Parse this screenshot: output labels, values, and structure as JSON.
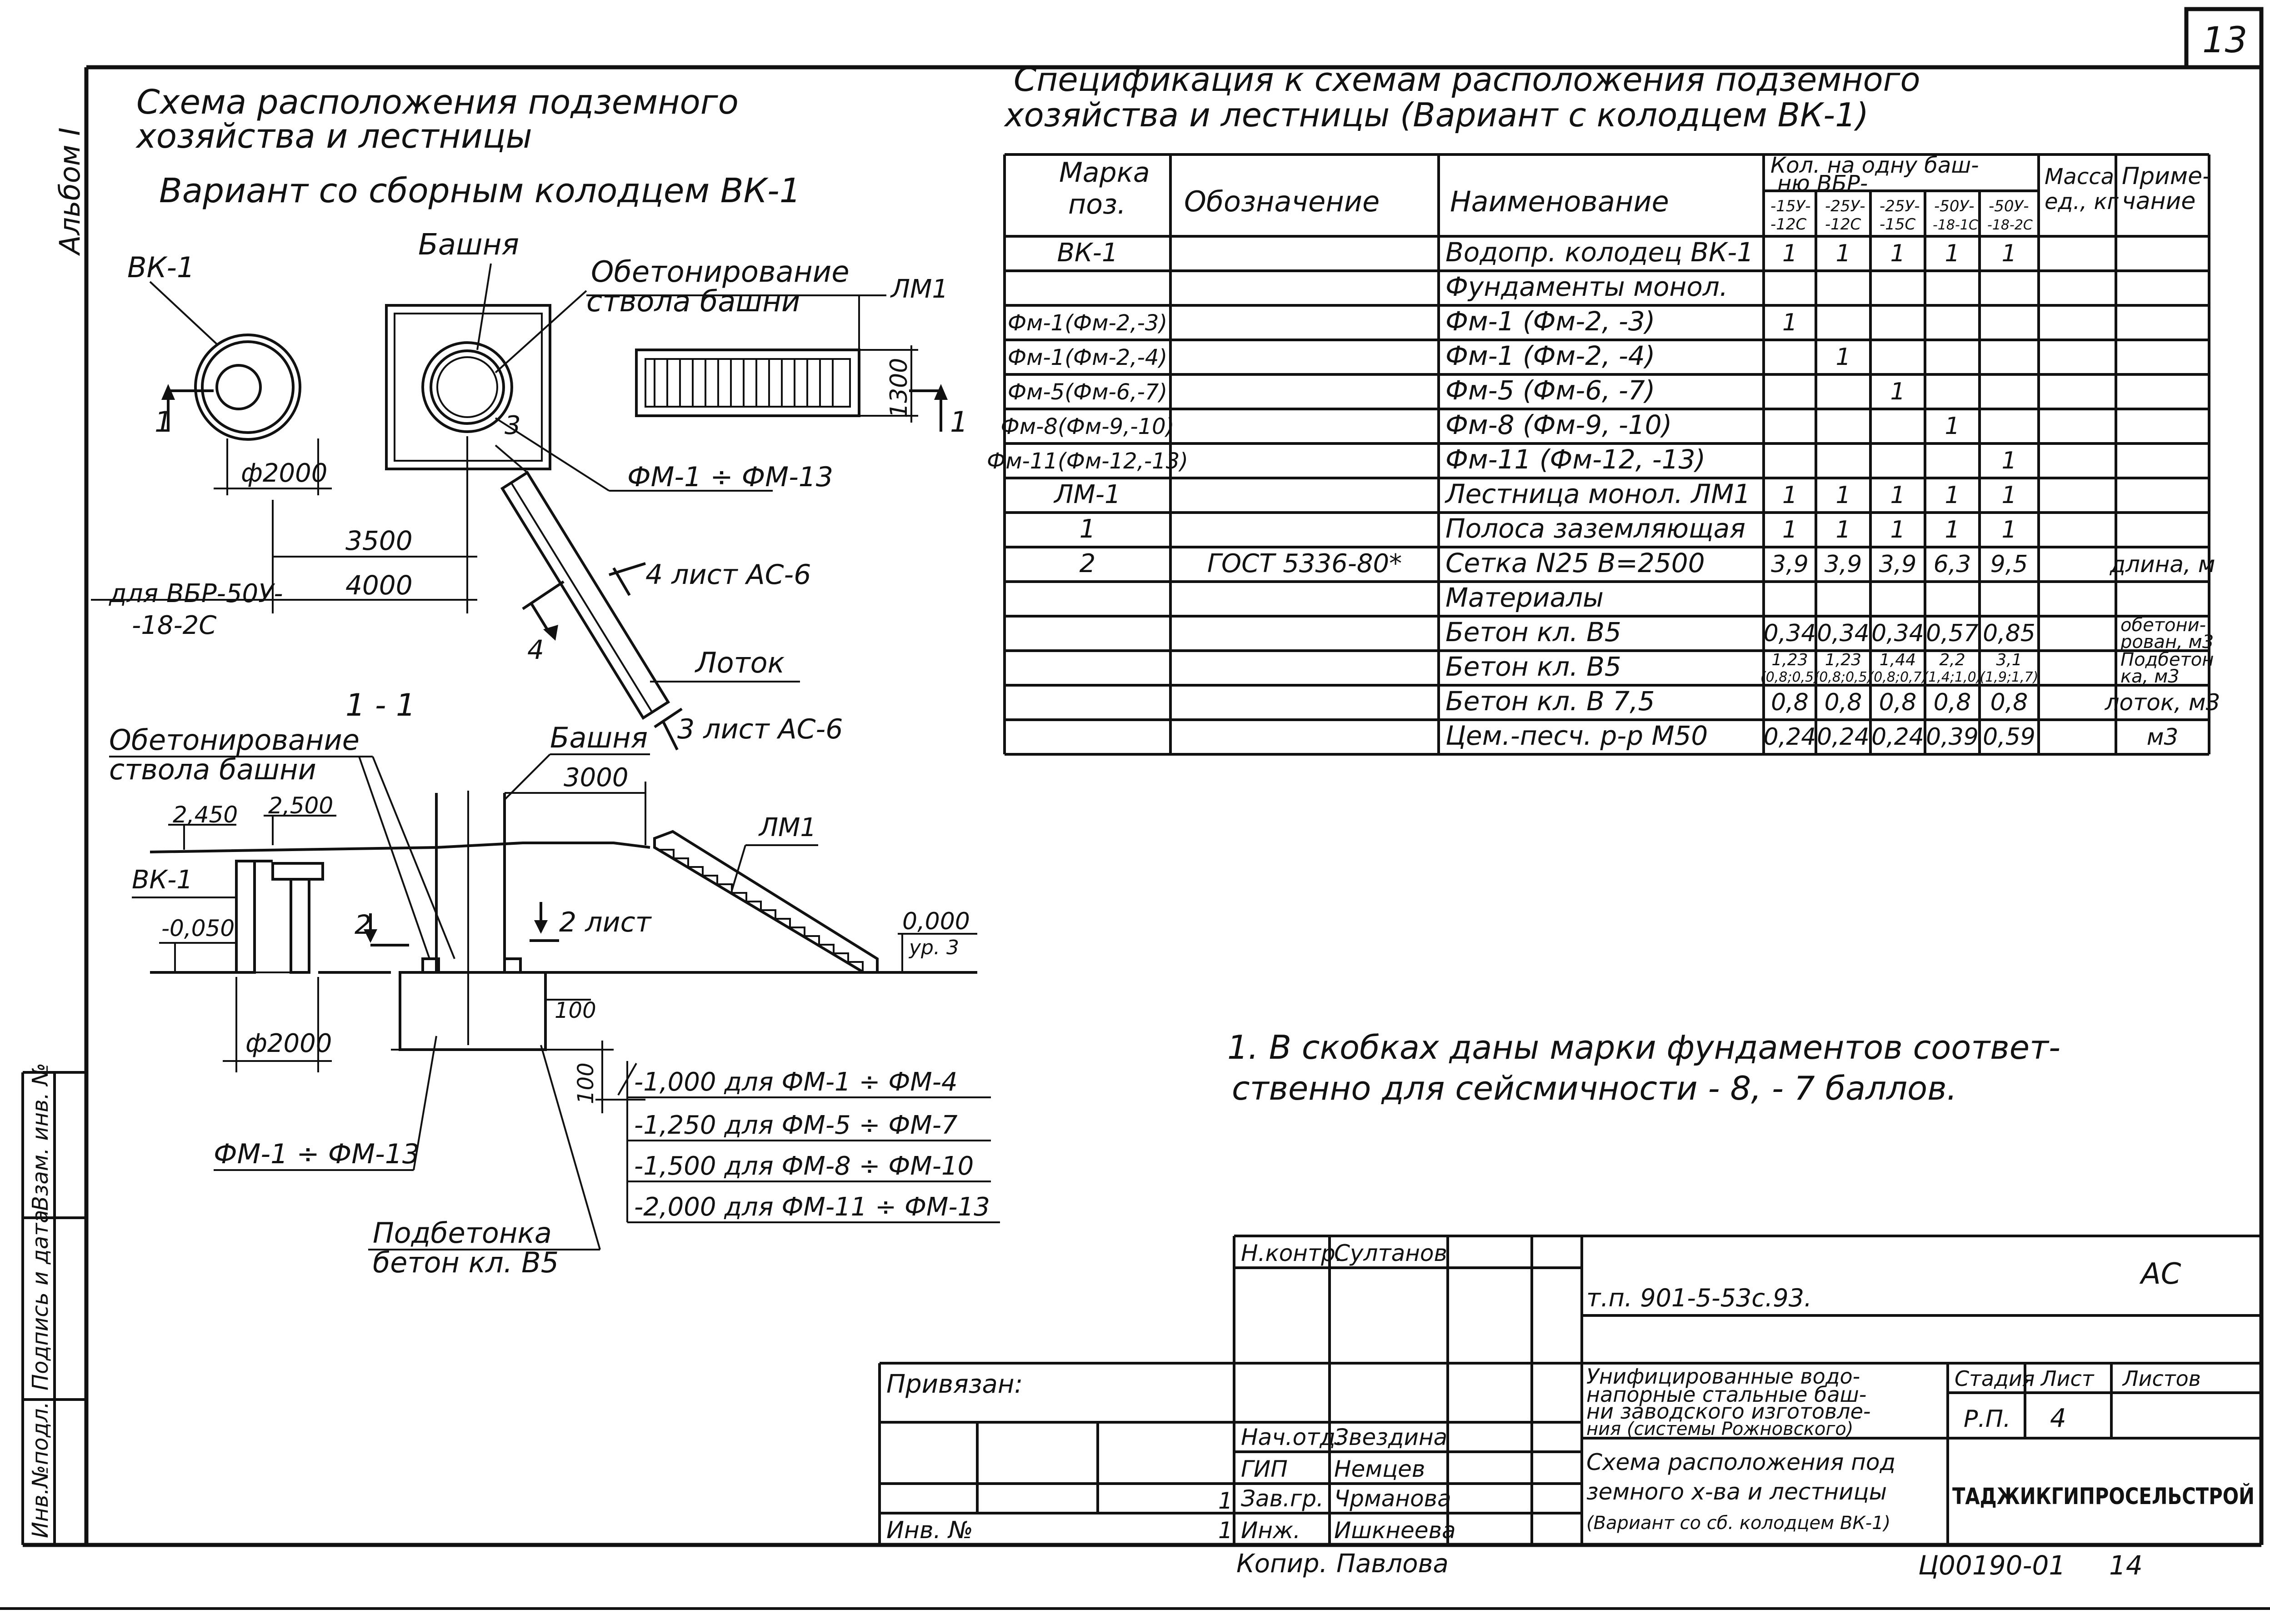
{
  "page_number": "13",
  "album_label": "Альбом I",
  "left_strip": {
    "inv_podl": "Инв.№подл.",
    "podpis_data": "Подпись и дата",
    "vzam_inv": "Взам. инв. №"
  },
  "plan": {
    "title_line1": "Схема расположения подземного",
    "title_line2": "хозяйства и лестницы",
    "variant": "Вариант со сборным колодцем ВК-1",
    "vk1": "ВК-1",
    "bashnya": "Башня",
    "obetonirovanie_line1": "Обетонирование",
    "obetonirovanie_line2": "ствола башни",
    "lm1": "ЛМ1",
    "dim_1300": "1300",
    "section_mark": "1",
    "dim_d2000": "ф2000",
    "dim_3": "3",
    "fm_range": "ФМ-1 ÷ ФМ-13",
    "dim_3500": "3500",
    "dim_4000": "4000",
    "dlya_vbr_line1": "для ВБР-50У-",
    "dlya_vbr_line2": "-18-2С",
    "mark_4": "4",
    "sheet_ac6_4": "4 лист АС-6",
    "lotok": "Лоток",
    "sheet_ac6_3": "3 лист АС-6"
  },
  "section": {
    "title": "1 - 1",
    "obetonirovanie_line1": "Обетонирование",
    "obetonirovanie_line2": "ствола башни",
    "bashnya": "Башня",
    "dim_3000": "3000",
    "lm1": "ЛМ1",
    "lvl_2450": "2,450",
    "lvl_2500": "2,500",
    "vk1": "ВК-1",
    "lvl_0050": "-0,050",
    "mark_2": "2",
    "sheet_2": "2 лист",
    "lvl_0000": "0,000",
    "ur3": "ур. 3",
    "dim_100": "100",
    "dim_100b": "100",
    "dim_d2000": "ф2000",
    "levels": [
      "-1,000 для ФМ-1 ÷ ФМ-4",
      "-1,250 для ФМ-5 ÷ ФМ-7",
      "-1,500 для ФМ-8 ÷ ФМ-10",
      "-2,000 для ФМ-11 ÷ ФМ-13"
    ],
    "fm_range": "ФМ-1 ÷ ФМ-13",
    "podbetonka_line1": "Подбетонка",
    "podbetonka_line2": "бетон кл. В5"
  },
  "spec": {
    "title_line1": "Спецификация к схемам расположения подземного",
    "title_line2": "хозяйства и лестницы (Вариант с колодцем ВК-1)",
    "headers": {
      "marka_line1": "Марка",
      "marka_line2": "поз.",
      "oboznachenie": "Обозначение",
      "naimenovanie": "Наименование",
      "kol_line1": "Кол. на одну баш-",
      "kol_line2": "ню ВБР-",
      "massa_line1": "Масса",
      "massa_line2": "ед., кг",
      "prim_line1": "Приме-",
      "prim_line2": "чание",
      "subcols": [
        [
          "-15У-",
          "-12С"
        ],
        [
          "-25У-",
          "-12С"
        ],
        [
          "-25У-",
          "-15С"
        ],
        [
          "-50У-",
          "-18-1С"
        ],
        [
          "-50У-",
          "-18-2С"
        ]
      ]
    },
    "rows": [
      {
        "marka": "ВК-1",
        "oboz": "",
        "naim": "Водопр. колодец ВК-1",
        "q": [
          "1",
          "1",
          "1",
          "1",
          "1"
        ],
        "massa": "",
        "prim": ""
      },
      {
        "marka": "",
        "oboz": "",
        "naim": "Фундаменты монол.",
        "q": [
          "",
          "",
          "",
          "",
          ""
        ],
        "massa": "",
        "prim": ""
      },
      {
        "marka": "Фм-1(Фм-2,-3)",
        "oboz": "",
        "naim": "Фм-1 (Фм-2, -3)",
        "q": [
          "1",
          "",
          "",
          "",
          ""
        ],
        "massa": "",
        "prim": ""
      },
      {
        "marka": "Фм-1(Фм-2,-4)",
        "oboz": "",
        "naim": "Фм-1 (Фм-2, -4)",
        "q": [
          "",
          "1",
          "",
          "",
          ""
        ],
        "massa": "",
        "prim": ""
      },
      {
        "marka": "Фм-5(Фм-6,-7)",
        "oboz": "",
        "naim": "Фм-5 (Фм-6, -7)",
        "q": [
          "",
          "",
          "1",
          "",
          ""
        ],
        "massa": "",
        "prim": ""
      },
      {
        "marka": "Фм-8(Фм-9,-10)",
        "oboz": "",
        "naim": "Фм-8 (Фм-9, -10)",
        "q": [
          "",
          "",
          "",
          "1",
          ""
        ],
        "massa": "",
        "prim": ""
      },
      {
        "marka": "Фм-11(Фм-12,-13)",
        "oboz": "",
        "naim": "Фм-11 (Фм-12, -13)",
        "q": [
          "",
          "",
          "",
          "",
          "1"
        ],
        "massa": "",
        "prim": ""
      },
      {
        "marka": "ЛМ-1",
        "oboz": "",
        "naim": "Лестница монол. ЛМ1",
        "q": [
          "1",
          "1",
          "1",
          "1",
          "1"
        ],
        "massa": "",
        "prim": ""
      },
      {
        "marka": "1",
        "oboz": "",
        "naim": "Полоса заземляющая",
        "q": [
          "1",
          "1",
          "1",
          "1",
          "1"
        ],
        "massa": "",
        "prim": ""
      },
      {
        "marka": "2",
        "oboz": "ГОСТ 5336-80*",
        "naim": "Сетка N25 В=2500",
        "q": [
          "3,9",
          "3,9",
          "3,9",
          "6,3",
          "9,5"
        ],
        "massa": "",
        "prim": "длина, м"
      },
      {
        "marka": "",
        "oboz": "",
        "naim": "Материалы",
        "q": [
          "",
          "",
          "",
          "",
          ""
        ],
        "massa": "",
        "prim": ""
      },
      {
        "marka": "",
        "oboz": "",
        "naim": "Бетон кл. В5",
        "q": [
          "0,34",
          "0,34",
          "0,34",
          "0,57",
          "0,85"
        ],
        "massa": "",
        "prim": "обетони-",
        "prim2": "рован, м3"
      },
      {
        "marka": "",
        "oboz": "",
        "naim": "Бетон кл. В5",
        "q": [
          "1,23",
          "1,23",
          "1,44",
          "2,2",
          "3,1"
        ],
        "q2": [
          "(0,8;0,5)",
          "(0,8;0,5)",
          "(0,8;0,7)",
          "(1,4;1,0)",
          "(1,9;1,7)"
        ],
        "massa": "",
        "prim": "Подбетон",
        "prim2": "ка, м3"
      },
      {
        "marka": "",
        "oboz": "",
        "naim": "Бетон кл. В 7,5",
        "q": [
          "0,8",
          "0,8",
          "0,8",
          "0,8",
          "0,8"
        ],
        "massa": "",
        "prim": "лоток, м3"
      },
      {
        "marka": "",
        "oboz": "",
        "naim": "Цем.-песч. р-р М50",
        "q": [
          "0,24",
          "0,24",
          "0,24",
          "0,39",
          "0,59"
        ],
        "massa": "",
        "prim": "м3"
      }
    ]
  },
  "note": {
    "line1": "1. В скобках даны марки фундаментов соответ-",
    "line2": "ственно для сейсмичности - 8, - 7 баллов."
  },
  "title_block": {
    "privyazan": "Привязан:",
    "inv_no": "Инв. №",
    "people": [
      {
        "role": "Н.контр.",
        "name": "Султанов"
      },
      {
        "role": "Нач.отд.",
        "name": "Звездина"
      },
      {
        "role": "ГИП",
        "name": "Немцев"
      },
      {
        "role": "Зав.гр.",
        "name": "Чрманова"
      },
      {
        "role": "Инж.",
        "name": "Ишкнеева"
      }
    ],
    "kopir_role": "Копир.",
    "kopir_name": "Павлова",
    "code": "т.п. 901-5-53с.93.",
    "ac": "АС",
    "project_line1": "Унифицированные водо-",
    "project_line2": "напорные стальные баш-",
    "project_line3": "ни заводского изготовле-",
    "project_line4": "ния (системы Рожновского)",
    "sheet_line1": "Схема расположения под",
    "sheet_line2": "земного х-ва и лестницы",
    "sheet_line3": "(Вариант со сб. колодцем ВК-1)",
    "stadiya_label": "Стадия",
    "list_label": "Лист",
    "listov_label": "Листов",
    "stadiya": "Р.П.",
    "list": "4",
    "listov": "",
    "org": "ТАДЖИКГИПРОСЕЛЬСТРОЙ",
    "doc_no": "Ц00190-01",
    "doc_sheet": "14",
    "mark_1a": "1",
    "mark_1b": "1"
  }
}
